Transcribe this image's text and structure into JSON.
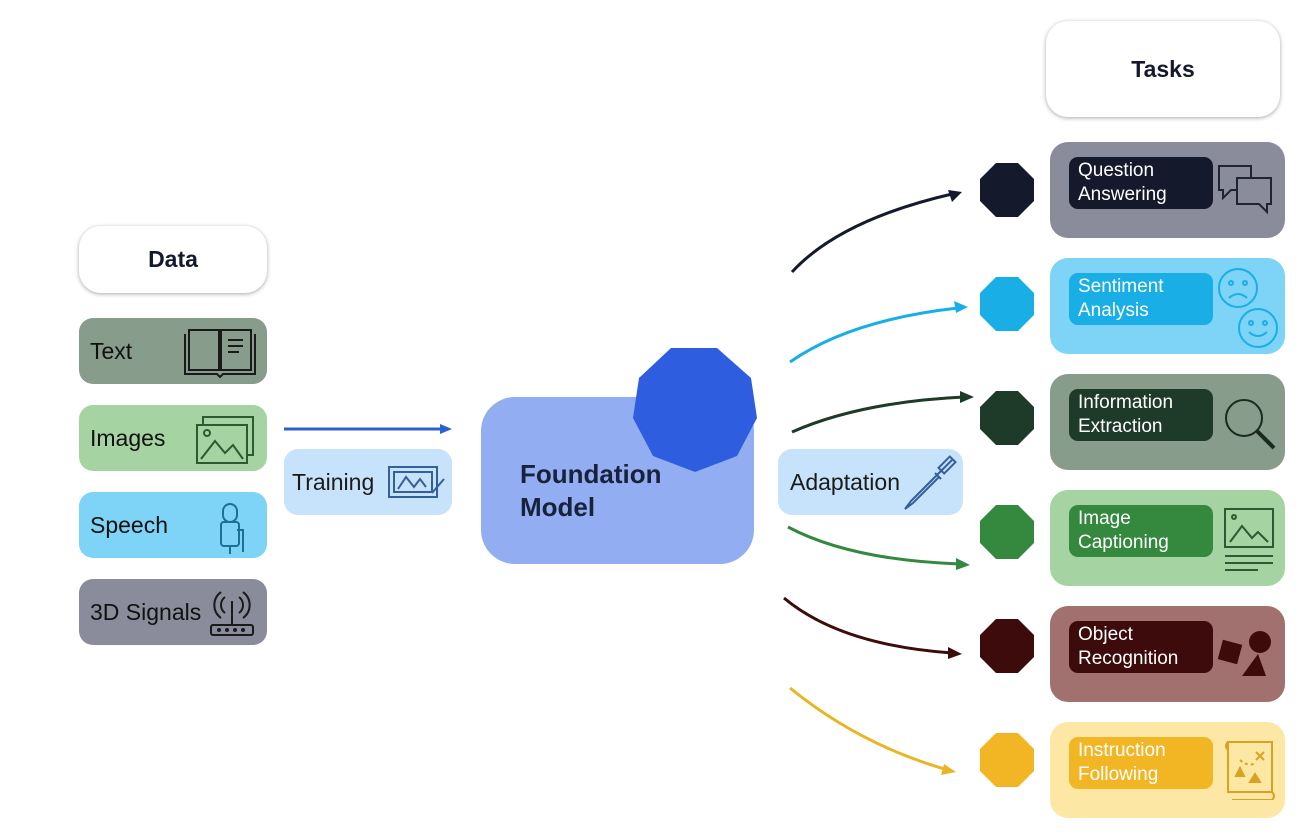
{
  "data_header": "Data",
  "tasks_header": "Tasks",
  "data_items": [
    {
      "label": "Text"
    },
    {
      "label": "Images"
    },
    {
      "label": "Speech"
    },
    {
      "label": "3D Signals"
    }
  ],
  "training_label": "Training",
  "adaptation_label": "Adaptation",
  "foundation_model": {
    "line1": "Foundation",
    "line2": "Model"
  },
  "tasks": [
    {
      "line1": "Question",
      "line2": "Answering",
      "color": "#141a2c"
    },
    {
      "line1": "Sentiment",
      "line2": "Analysis",
      "color": "#19aee6"
    },
    {
      "line1": "Information",
      "line2": "Extraction",
      "color": "#1e3a28"
    },
    {
      "line1": "Image",
      "line2": "Captioning",
      "color": "#34893f"
    },
    {
      "line1": "Object",
      "line2": "Recognition",
      "color": "#3d0b0b"
    },
    {
      "line1": "Instruction",
      "line2": "Following",
      "color": "#f2b624"
    }
  ],
  "colors": {
    "text_bg": "#879c8a",
    "images_bg": "#a5d3a1",
    "speech_bg": "#7dd4f7",
    "signals_bg": "#8b8c9b",
    "foundation_bg": "#92adf2",
    "foundation_accent": "#2f5de0",
    "training_arrow": "#2c5fd3"
  }
}
